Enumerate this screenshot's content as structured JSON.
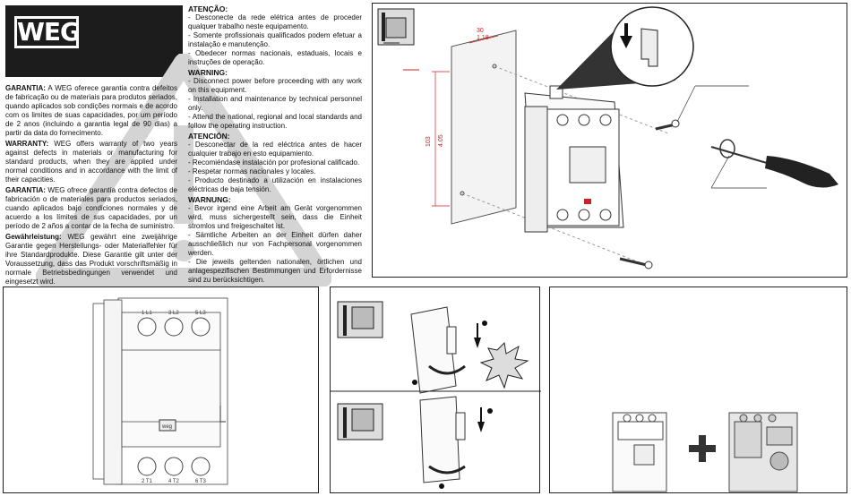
{
  "logo": {
    "text": "WEG"
  },
  "guarantee": [
    {
      "title": "GARANTIA:",
      "text": "A WEG oferece garantia contra defeitos de fabricação ou de materiais para produtos seriados, quando aplicados sob condições normais e de acordo com os limites de suas capacidades, por um período de 2 anos (incluindo a garantia legal de 90 dias) a partir da data do fornecimento."
    },
    {
      "title": "WARRANTY:",
      "text": "WEG offers warranty of two years against defects in materials or manufacturing for standard products, when they are applied under normal conditions and in accordance with the limit of their capacities."
    },
    {
      "title": "GARANTIA:",
      "text": "WEG ofrece garantía contra defectos de fabricación o de materiales para productos seriados, cuando aplicados bajo condiciones normales y de acuerdo a los límites de sus capacidades, por un período de 2 años a contar de la fecha de suministro."
    },
    {
      "title": "Gewährleistung:",
      "text": "WEG gewährt eine zweijährige Garantie gegen Herstellungs- oder Materialfehler für ihre Standardprodukte. Diese Garantie gilt unter der Voraussetzung, dass das Produkt vorschriftsmäßig in normale Betriebsbedingungen verwendet und eingesetzt wird."
    }
  ],
  "warnings": [
    {
      "title": "ATENÇÃO:",
      "lines": [
        "- Desconecte da rede elétrica antes de proceder qualquer trabalho neste equipamento.",
        "- Somente profissionais qualificados podem efetuar a instalação e manutenção.",
        "- Obedecer normas nacionais, estaduais, locais e instruções de operação."
      ]
    },
    {
      "title": "WARNING:",
      "lines": [
        "- Disconnect power before proceeding with any work on this equipment.",
        "- Installation and maintenance by technical personnel only.",
        "- Attend the national, regional and local standards and follow the operating instruction."
      ]
    },
    {
      "title": "ATENCIÓN:",
      "lines": [
        "- Desconectar de la red eléctrica antes de hacer cualquier trabajo en esto equipamiento.",
        "- Recomiéndase instalación por profesional calificado.",
        "- Respetar normas nacionales y locales.",
        "- Producto destinado a utilización en instalaciones eléctricas de baja tensión."
      ]
    },
    {
      "title": "WARNUNG:",
      "lines": [
        "- Bevor irgend eine Arbeit am Gerät vorgenommen wird, muss sichergestellt sein, dass die Einheit stromlos und freigeschaltet ist.",
        "- Sämtliche Arbeiten an der Einheit dürfen daher ausschließlich nur von Fachpersonal vorgenommen werden.",
        "- Die jeweils geltenden nationalen, örtlichen und anlagespezifischen Bestimmungen und Erfordernisse sind zu berücksichtigen."
      ]
    }
  ],
  "mounting": {
    "dim_width_a": "30",
    "dim_width_b": "1.18",
    "dim_height_a": "103",
    "dim_height_b": "4.05"
  },
  "terminals": {
    "top": [
      "1 L1",
      "3 L2",
      "5 L3"
    ],
    "bottom": [
      "2 T1",
      "4 T2",
      "6 T3"
    ]
  },
  "device_logo": "weg"
}
